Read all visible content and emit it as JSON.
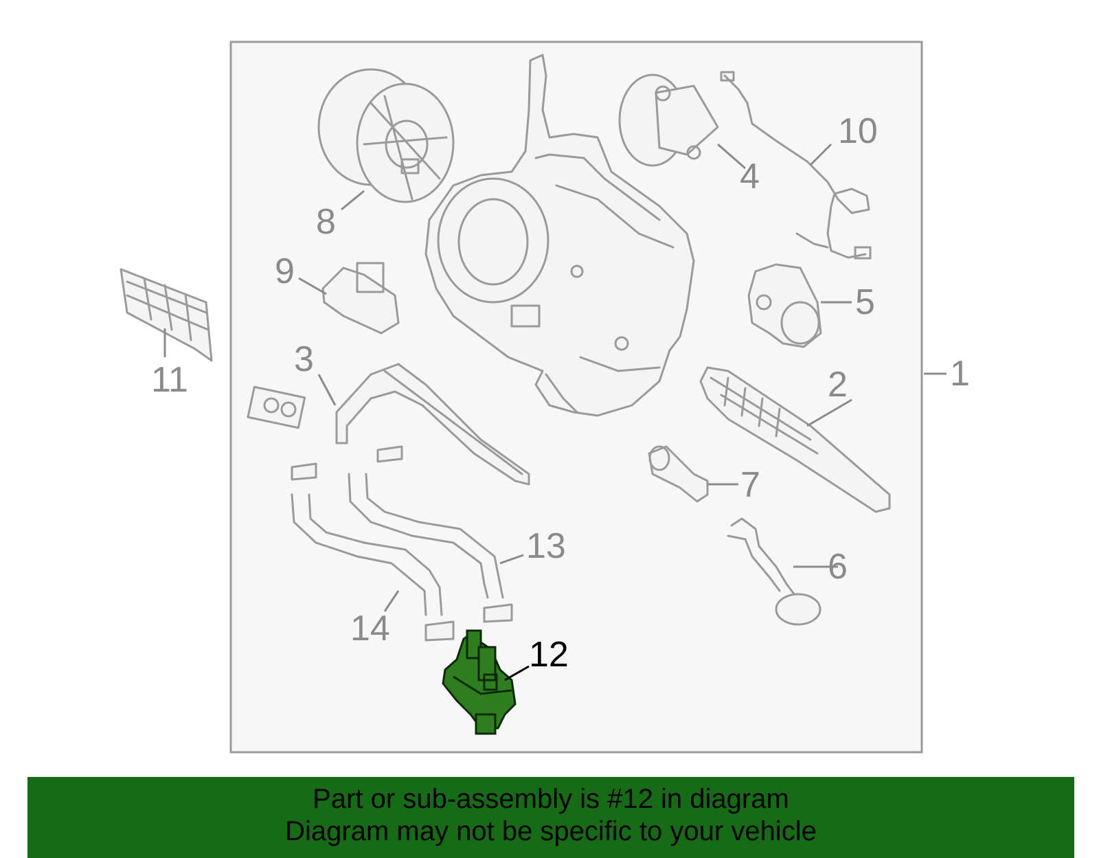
{
  "diagram": {
    "callouts": {
      "c1": "1",
      "c2": "2",
      "c3": "3",
      "c4": "4",
      "c5": "5",
      "c6": "6",
      "c7": "7",
      "c8": "8",
      "c9": "9",
      "c10": "10",
      "c11": "11",
      "c12": "12",
      "c13": "13",
      "c14": "14"
    },
    "highlighted_part": "12",
    "highlight_color": "#2e7d1e",
    "panel_background": "#f7f7f7",
    "line_color": "#9a9a9a"
  },
  "footer": {
    "line1": "Part or sub-assembly is #12 in diagram",
    "line2": "Diagram may not be specific to your vehicle",
    "background": "#176b17"
  }
}
